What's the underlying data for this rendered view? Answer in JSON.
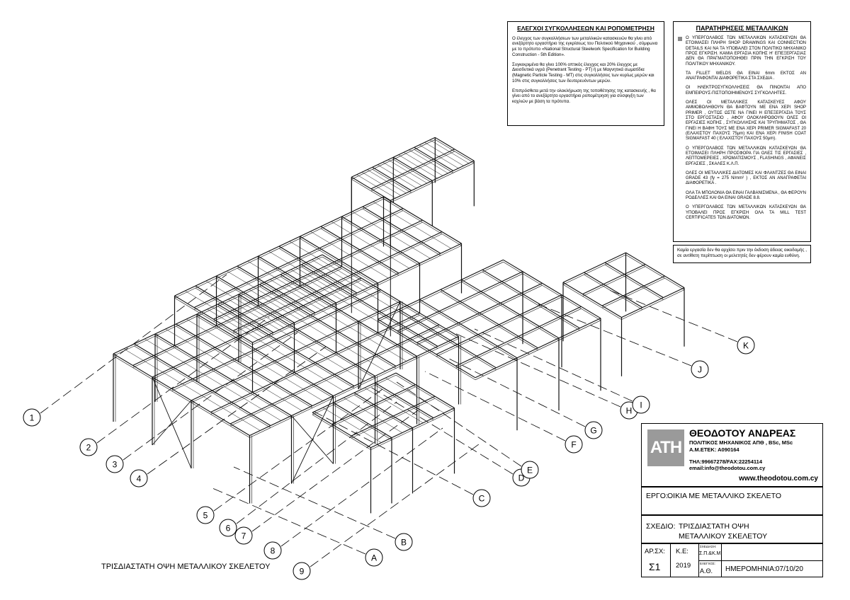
{
  "drawing_title": "ΤΡΙΣΔΙΑΣΤΑΤΗ ΟΨΗ ΜΕΤΑΛΛΙΚΟΥ ΣΚΕΛΕΤΟΥ",
  "grid_numbers": [
    "1",
    "2",
    "3",
    "4",
    "5",
    "6",
    "7",
    "8",
    "9"
  ],
  "grid_letters": [
    "A",
    "B",
    "C",
    "D",
    "E",
    "F",
    "G",
    "H",
    "I",
    "J",
    "K"
  ],
  "welding_box": {
    "title": "ΕΛΕΓΧΟΙ ΣΥΓΚΟΛΛΗΣΕΩΝ ΚΑΙ ΡΟΠΟΜΕΤΡΗΣΗ",
    "p1": "Ο έλεγχος των συγκολλήσεων των μεταλλικών κατασκευών θα γίνει από ανεξάρτητο εργαστήριο της εγκρίσεως του Πολιτικού Μηχανικού , σύμφωνα με το πρότυπο «National Structural Steelwork Specification for Building Construction - 5th Edition».",
    "p2": "Συγκεκριμένα θα γίνει 100% οπτικός έλεγχος και 20% έλεγχος με Διεισδυτικά υγρά (Penetrant Testing - PT) ή με Μαγνητικά σωματίδια (Magnetic Particle Testing - MT) στις συγκολλήσεις των κυρίως μερών και 10% στις συγκολλήσεις των δευτερευόντων μερών.",
    "p3": "Επιπρόσθετα μετά την ολοκλήρωση της τοποθέτησης της κατασκευής , θα γίνει από το ανεξάρτητο εργαστήριο ροπομέτρηση για σύσφιγξη των κοχλιών με βάση τα πρότυπα."
  },
  "notes_box": {
    "title": "ΠΑΡΑΤΗΡΗΣΕΙΣ ΜΕΤΑΛΛΙΚΩΝ",
    "items": [
      "Ο ΥΠΕΡΓΟΛΑΒΟΣ ΤΩΝ ΜΕΤΑΛΛΙΚΩΝ ΚΑΤΑΣΚΕΥΩΝ ΘΑ ΕΤΟΙΜΑΣΕΙ ΠΛΗΡΗ SHOP DRAWINGS ΚΑΙ CONNECTION DETAILS ΚΑΙ ΝΑ ΤΑ ΥΠΟΒΑΛΕΙ ΣΤΟΝ ΠΟΛΙΤΙΚΟ ΜΗΧΑΝΙΚΟ ΠΡΟΣ ΕΓΚΡΙΣΗ. ΚΑΜΙΑ ΕΡΓΑΣΙΑ ΚΟΠΗΣ Η' ΕΠΕΞΕΡΓΑΣΙΑΣ ΔΕΝ ΘΑ ΠΡΑΓΜΑΤΟΠΟΙΗΘΕΙ ΠΡΙΝ ΤΗΝ ΕΓΚΡΙΣΗ ΤΟΥ ΠΟΛΙΤΙΚΟΥ ΜΗΧΑΝΙΚΟΥ.",
      "ΤΑ FILLET WELDS ΘΑ ΕΙΝΑΙ 6mm ΕΚΤΟΣ ΑΝ ΑΝΑΓΡΑΦΟΝΤΑΙ ΔΙΑΦΟΡΕΤΙΚΑ ΣΤΑ ΣΧΕΔΙΑ .",
      "ΟΙ ΗΛΕΚΤΡΟΣΥΓΚΟΛΛΗΣΕΙΣ ΘΑ ΠΙΝΟΝΤΑΙ ΑΠΟ ΕΜΠΕΙΡΟΥΣ-ΠΙΣΤΟΠΟΙΗΜΕΝΟΥΣ ΣΥΓΚΟΛΛΗΤΕΣ.",
      "ΟΛΕΣ ΟΙ ΜΕΤΑΛΛΙΚΕΣ ΚΑΤΑΣΚΕΥΕΣ ΑΦΟΥ ΑΜΜΟΒΟΛΗΘΟΥΝ ΘΑ ΒΑΦΤΟΥΝ ΜΕ ΕΝΑ ΧΕΡΙ SHOP PRIMER , ΟΥΤΩΣ ΩΣΤΕ ΝΑ ΓΙΝΕΙ Η ΕΠΕΞΕΡΓΑΣΙΑ ΤΟΥΣ ΣΤΟ ΕΡΓΟΣΤΑΣΙΟ , ΑΦΟΥ ΟΛΟΚΛΗΡΩΘΟΥΝ ΟΛΕΣ ΟΙ ΕΡΓΑΣΙΕΣ ΚΟΠΗΣ , ΣΥΓΚΟΛΛΗΣΗΣ ΚΑΙ ΤΡΥΠΗΜΑΤΟΣ , ΘΑ ΓΙΝΕΙ Η ΒΑΦΗ ΤΟΥΣ ΜΕ ΕΝΑ ΧΕΡΙ PRIMER SIGMAFAST 20 (ΕΛΑΧΙΣΤΟΥ ΠΑΧΟΥΣ 75μm) ΚΑΙ ΕΝΑ ΧΕΡΙ FINISH COAT SIGMAFAST 40 ( ΕΛΑΧΙΣΤΟΥ ΠΑΧΟΥΣ 50μm).",
      "Ο ΥΠΕΡΓΟΛΑΒΟΣ ΤΩΝ ΜΕΤΑΛΛΙΚΩΝ ΚΑΤΑΣΚΕΥΩΝ ΘΑ ΕΤΟΙΜΑΣΕΙ ΠΛΗΡΗ ΠΡΟΣΦΟΡΑ ΓΙΑ ΟΛΕΣ ΤΙΣ ΕΡΓΑΣΙΕΣ , ΛΕΠΤΟΜΕΡΕΙΕΣ , ΧΡΩΜΑΤΙΣΜΟΥΣ , FLASHINGS , ΑΦΑΝΕΙΣ ΕΡΓΑΣΙΕΣ , ΣΚΑΛΕΣ Κ.Λ.Π.",
      "ΟΛΕΣ ΟΙ ΜΕΤΑΛΛΙΚΕΣ ΔΙΑΤΟΜΕΣ ΚΑΙ ΦΛΑΝΤΖΕΣ ΘΑ ΕΙΝΑΙ GRADE 43 (fy = 275 N/mm² ) , ΕΚΤΟΣ ΑΝ ΑΝΑΓΡΑΦΕΤΑΙ ΔΙΑΦΟΡΕΤΙΚΑ .",
      "ΟΛΑ ΤΑ ΜΠΟΛΟΝΙΑ ΘΑ ΕΙΝΑΙ ΓΑΛΒΑΝΙΣΜΕΝΑ , ΘΑ ΦΕΡΟΥΝ ΡΟΔΕΛΛΕΣ ΚΑΙ ΘΑ ΕΙΝΑΙ GRADE 8.8.",
      "Ο ΥΠΕΡΓΟΛΑΒΟΣ ΤΩΝ ΜΕΤΑΛΛΙΚΩΝ ΚΑΤΑΣΚΕΥΩΝ ΘΑ ΥΠΟΒΑΛΕΙ ΠΡΟΣ ΕΓΚΡΙΣΗ ΟΛΑ ΤΑ MILL TEST CERTIFICATES ΤΩΝ ΔΙΑΤΟΜΩΝ."
    ]
  },
  "warning_note": "Καμία εργασία δεν θα αρχίσει πριν την έκδοση άδειας οικοδομής , σε αντίθετη περίπτωση οι μελετητές δεν φέρουν καμία ευθύνη.",
  "firm": {
    "logo_text": "ΑΤΗ",
    "name": "ΘΕΟΔΟΤΟΥ ΑΝΔΡΕΑΣ",
    "line1": "ΠΟΛΙΤΙΚΟΣ ΜΗΧΑΝΙΚΟΣ ΑΠΘ , BSc, MSc",
    "line2": "Α.Μ.ΕΤΕΚ: Α090164",
    "contact1": "ΤΗΛ:99667278/FAX:22254114",
    "contact2": "email:info@theodotou.com.cy",
    "website": "www.theodotou.com.cy"
  },
  "title_block": {
    "project_label": "ΕΡΓΟ:",
    "project_value": "ΟΙΚΙΑ ΜΕ ΜΕΤΑΛΛΙΚΟ ΣΚΕΛΕΤΟ",
    "drawing_label": "ΣΧΕΔΙΟ:",
    "drawing_line1": "ΤΡΙΣΔΙΑΣΤΑΤΗ ΟΨΗ",
    "drawing_line2": "ΜΕΤΑΛΛΙΚΟΥ ΣΚΕΛΕΤΟΥ",
    "sheet_label": "ΑΡ.ΣΧ:",
    "sheet_value": "Σ1",
    "ke_label": "Κ.Ε:",
    "ke_value": "2019",
    "drawn_label": "ΣΧΕΔΙΑΣΗ:",
    "drawn_value": "Σ.Π.&Κ.Μ.",
    "checked_label": "ΕΛΕΓΧΟΣ:",
    "checked_value": "Α.Θ.",
    "date_label": "ΗΜΕΡΟΜΗΝΙΑ:",
    "date_value": "07/10/20"
  }
}
